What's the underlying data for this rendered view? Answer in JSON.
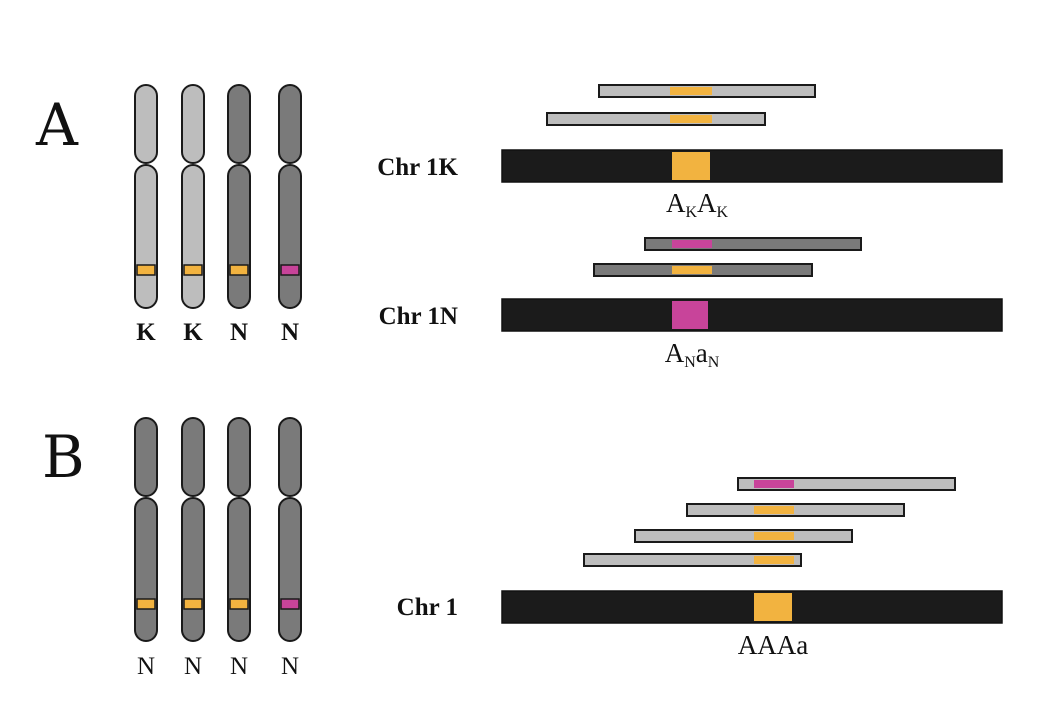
{
  "colors": {
    "light_chromosome": "#bdbdbd",
    "dark_chromosome": "#7a7a7a",
    "reference_bar": "#1b1b1b",
    "allele_major": "#f2b340",
    "allele_minor": "#c8449a",
    "outline": "#1a1a1a"
  },
  "panel_a": {
    "letter": "A",
    "chromosome_labels": [
      "K",
      "K",
      "N",
      "N"
    ],
    "reference_1": {
      "label": "Chr 1K",
      "genotype": {
        "a1": "A",
        "s1": "K",
        "a2": "A",
        "s2": "K"
      }
    },
    "reference_2": {
      "label": "Chr 1N",
      "genotype": {
        "a1": "A",
        "s1": "N",
        "a2": "a",
        "s2": "N"
      }
    }
  },
  "panel_b": {
    "letter": "B",
    "chromosome_labels": [
      "N",
      "N",
      "N",
      "N"
    ],
    "reference": {
      "label": "Chr 1",
      "genotype": "AAAa"
    }
  }
}
